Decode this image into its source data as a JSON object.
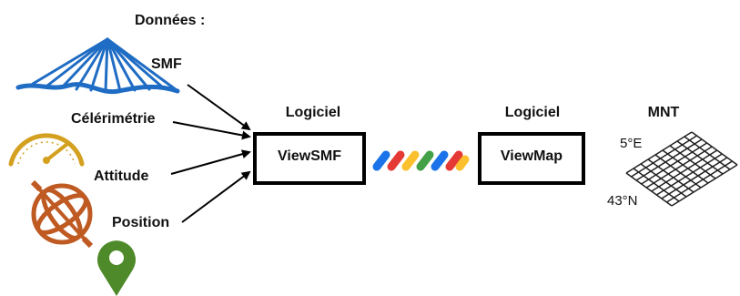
{
  "title": "Données :",
  "inputs": {
    "smf": "SMF",
    "celerimetrie": "Célérimétrie",
    "attitude": "Attitude",
    "position": "Position"
  },
  "software_1": {
    "header": "Logiciel",
    "name": "ViewSMF"
  },
  "software_2": {
    "header": "Logiciel",
    "name": "ViewMap"
  },
  "output": {
    "header": "MNT",
    "lon_label": "5°E",
    "lat_label": "43°N"
  },
  "colors": {
    "swath": "#1f6cc4",
    "gauge": "#d4a020",
    "gyro": "#bf5a22",
    "pin": "#4f8a2a",
    "box_border": "#000000",
    "stripe_blue": "#1a73e8",
    "stripe_red": "#e53935",
    "stripe_yellow": "#fbc02d",
    "stripe_green": "#43a047"
  },
  "icons": [
    "swath-fan-icon",
    "gauge-icon",
    "gyroscope-icon",
    "map-pin-icon",
    "connector-stripes-icon",
    "terrain-grid-icon"
  ]
}
